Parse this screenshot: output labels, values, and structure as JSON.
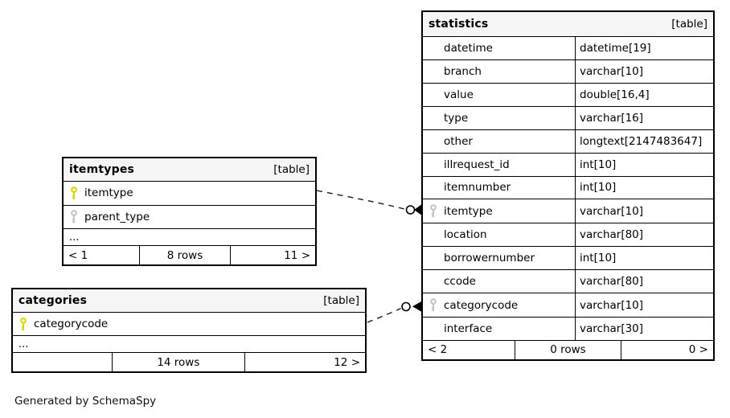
{
  "page": {
    "footer_note": "Generated by SchemaSpy"
  },
  "colors": {
    "primary_key_icon": "#d6d600",
    "foreign_key_icon": "#c4c4c4",
    "header_background": "#f5f5f5",
    "border": "#000000",
    "background": "#ffffff"
  },
  "tables": {
    "statistics": {
      "title": "statistics",
      "badge": "[table]",
      "columns": [
        {
          "name": "datetime",
          "type": "datetime[19]",
          "key": "none"
        },
        {
          "name": "branch",
          "type": "varchar[10]",
          "key": "none"
        },
        {
          "name": "value",
          "type": "double[16,4]",
          "key": "none"
        },
        {
          "name": "type",
          "type": "varchar[16]",
          "key": "none"
        },
        {
          "name": "other",
          "type": "longtext[2147483647]",
          "key": "none"
        },
        {
          "name": "illrequest_id",
          "type": "int[10]",
          "key": "none"
        },
        {
          "name": "itemnumber",
          "type": "int[10]",
          "key": "none"
        },
        {
          "name": "itemtype",
          "type": "varchar[10]",
          "key": "foreign"
        },
        {
          "name": "location",
          "type": "varchar[80]",
          "key": "none"
        },
        {
          "name": "borrowernumber",
          "type": "int[10]",
          "key": "none"
        },
        {
          "name": "ccode",
          "type": "varchar[80]",
          "key": "none"
        },
        {
          "name": "categorycode",
          "type": "varchar[10]",
          "key": "foreign"
        },
        {
          "name": "interface",
          "type": "varchar[30]",
          "key": "none"
        }
      ],
      "footer": {
        "left": "< 2",
        "center": "0 rows",
        "right": "0 >"
      }
    },
    "itemtypes": {
      "title": "itemtypes",
      "badge": "[table]",
      "columns": [
        {
          "name": "itemtype",
          "key": "primary"
        },
        {
          "name": "parent_type",
          "key": "foreign"
        }
      ],
      "ellipsis": "...",
      "footer": {
        "left": "< 1",
        "center": "8 rows",
        "right": "11 >"
      }
    },
    "categories": {
      "title": "categories",
      "badge": "[table]",
      "columns": [
        {
          "name": "categorycode",
          "key": "primary"
        }
      ],
      "ellipsis": "...",
      "footer": {
        "left": "",
        "center": "14 rows",
        "right": "12 >"
      }
    }
  },
  "relationships": [
    {
      "from": "itemtypes.itemtype",
      "to": "statistics.itemtype",
      "line_style": "dashed"
    },
    {
      "from": "categories.categorycode",
      "to": "statistics.categorycode",
      "line_style": "dashed"
    }
  ]
}
